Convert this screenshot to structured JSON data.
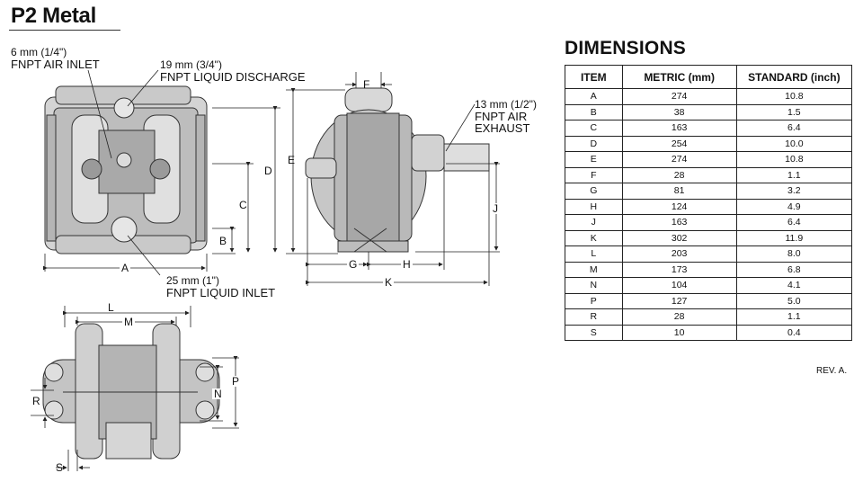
{
  "title": "P2 Metal",
  "callouts": {
    "air_inlet": [
      "6 mm (1/4\")",
      "FNPT AIR INLET"
    ],
    "liquid_discharge": [
      "19 mm (3/4\")",
      "FNPT LIQUID DISCHARGE"
    ],
    "liquid_inlet": [
      "25 mm (1\")",
      "FNPT LIQUID INLET"
    ],
    "air_exhaust": [
      "13 mm (1/2\")",
      "FNPT AIR",
      "EXHAUST"
    ]
  },
  "dimension_letters": {
    "A": "A",
    "B": "B",
    "C": "C",
    "D": "D",
    "E": "E",
    "F": "F",
    "G": "G",
    "H": "H",
    "J": "J",
    "K": "K",
    "L": "L",
    "M": "M",
    "N": "N",
    "P": "P",
    "R": "R",
    "S": "S"
  },
  "dimensions": {
    "title": "DIMENSIONS",
    "headers": [
      "ITEM",
      "METRIC (mm)",
      "STANDARD (inch)"
    ],
    "rows": [
      [
        "A",
        "274",
        "10.8"
      ],
      [
        "B",
        "38",
        "1.5"
      ],
      [
        "C",
        "163",
        "6.4"
      ],
      [
        "D",
        "254",
        "10.0"
      ],
      [
        "E",
        "274",
        "10.8"
      ],
      [
        "F",
        "28",
        "1.1"
      ],
      [
        "G",
        "81",
        "3.2"
      ],
      [
        "H",
        "124",
        "4.9"
      ],
      [
        "J",
        "163",
        "6.4"
      ],
      [
        "K",
        "302",
        "11.9"
      ],
      [
        "L",
        "203",
        "8.0"
      ],
      [
        "M",
        "173",
        "6.8"
      ],
      [
        "N",
        "104",
        "4.1"
      ],
      [
        "P",
        "127",
        "5.0"
      ],
      [
        "R",
        "28",
        "1.1"
      ],
      [
        "S",
        "10",
        "0.4"
      ]
    ],
    "revision": "REV. A."
  },
  "colors": {
    "pump_fill": "#c8c8c8",
    "pump_dark": "#7a7a7a",
    "line": "#222222"
  }
}
